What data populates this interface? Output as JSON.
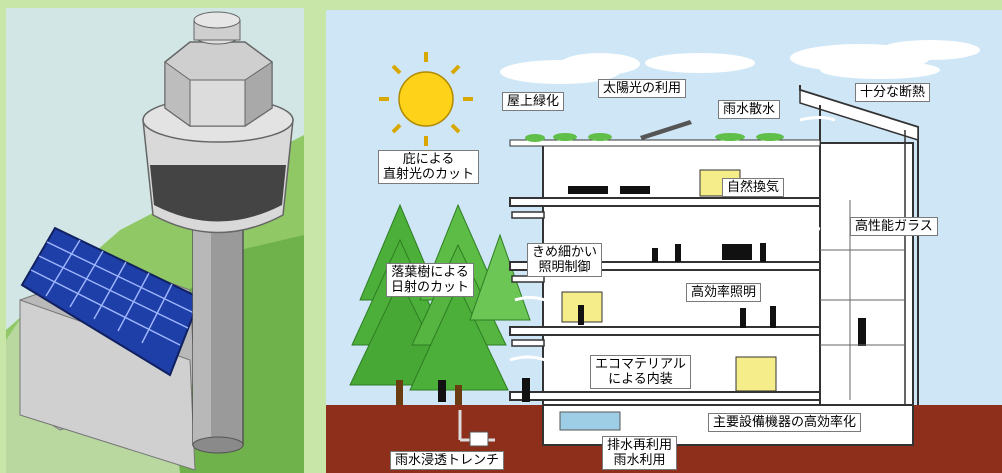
{
  "labels": {
    "rooftop_greening": "屋上緑化",
    "solar_use": "太陽光の利用",
    "rain_sprinkling": "雨水散水",
    "sufficient_insulation": "十分な断熱",
    "eaves_direct_sun_cut": "庇による\n直射光のカット",
    "natural_ventilation": "自然換気",
    "high_performance_glass": "高性能ガラス",
    "fine_lighting_control": "きめ細かい\n照明制御",
    "deciduous_trees_sun_cut": "落葉樹による\n日射のカット",
    "high_efficiency_lighting": "高効率照明",
    "eco_material_interior": "エコマテリアル\nによる内装",
    "equipment_high_efficiency": "主要設備機器の高効率化",
    "rain_infiltration_trench": "雨水浸透トレンチ",
    "wastewater_reuse": "排水再利用\n雨水利用"
  },
  "colors": {
    "panel_bg": "#c8e6a8",
    "sky": "#cfe6f6",
    "ground": "#8e2f1c",
    "sun": "#ffd21a",
    "tree": "#4caf3a",
    "window_yellow": "#f5ec8a"
  }
}
